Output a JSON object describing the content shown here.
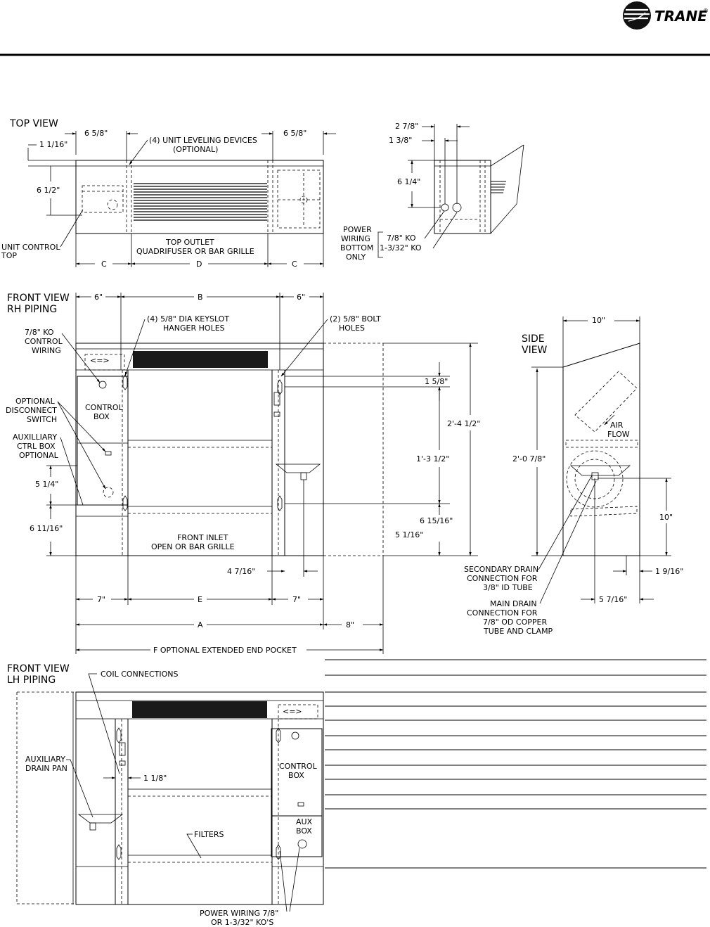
{
  "brand": {
    "name": "TRANE",
    "registered": "®"
  },
  "top_view": {
    "title": "TOP VIEW",
    "dim_left_end": "6 5/8\"",
    "dim_right_end": "6 5/8\"",
    "dim_offset": "1 1/16\"",
    "dim_depth": "6 1/2\"",
    "leveling_devices": "(4) UNIT LEVELING DEVICES",
    "leveling_optional": "(OPTIONAL)",
    "control_line1": "UNIT CONTROL",
    "control_line2": "TOP",
    "outlet_line1": "TOP OUTLET",
    "outlet_line2": "QUADRIFUSER OR BAR GRILLE",
    "dim_c_left": "C",
    "dim_d": "D",
    "dim_c_right": "C"
  },
  "small_view": {
    "dim_a": "2 7/8\"",
    "dim_b": "1 3/8\"",
    "dim_c": "6 1/4\"",
    "power_line1": "POWER",
    "power_line2": "WIRING",
    "power_line3": "BOTTOM",
    "power_line4": "ONLY",
    "ko_small": "7/8\" KO",
    "ko_large": "1-3/32\" KO"
  },
  "front_rh": {
    "title_line1": "FRONT VIEW",
    "title_line2": "RH PIPING",
    "dim_left_end": "6\"",
    "dim_b": "B",
    "dim_right_end": "6\"",
    "keyslot_line1": "(4) 5/8\" DIA KEYSLOT",
    "keyslot_line2": "HANGER HOLES",
    "bolt_line1": "(2) 5/8\" BOLT",
    "bolt_line2": "HOLES",
    "ko_line1": "7/8\" KO",
    "ko_line2": "CONTROL",
    "ko_line3": "WIRING",
    "disc_line1": "OPTIONAL",
    "disc_line2": "DISCONNECT",
    "disc_line3": "SWITCH",
    "aux_line1": "AUXILLIARY",
    "aux_line2": "CTRL BOX",
    "aux_line3": "OPTIONAL",
    "control_box_line1": "CONTROL",
    "control_box_line2": "BOX",
    "dim_5_14": "5 1/4\"",
    "dim_6_11_16": "6 11/16\"",
    "inlet_line1": "FRONT INLET",
    "inlet_line2": "OPEN OR BAR GRILLE",
    "dim_1_5_8": "1 5/8\"",
    "dim_1_3_12": "1'-3 1/2\"",
    "dim_2_4_12": "2'-4 1/2\"",
    "dim_6_15_16": "6 15/16\"",
    "dim_5_1_16": "5 1/16\"",
    "dim_4_7_16": "4 7/16\"",
    "dim_7_left": "7\"",
    "dim_e": "E",
    "dim_7_right": "7\"",
    "dim_a": "A",
    "dim_8": "8\"",
    "dim_f": "F OPTIONAL EXTENDED END POCKET"
  },
  "side_view": {
    "title_line1": "SIDE",
    "title_line2": "VIEW",
    "dim_width": "10\"",
    "dim_height": "2'-0 7/8\"",
    "air_line1": "AIR",
    "air_line2": "FLOW",
    "dim_drain_height": "10\"",
    "dim_1_9_16": "1 9/16\"",
    "dim_5_7_16": "5 7/16\"",
    "sec_line1": "SECONDARY DRAIN",
    "sec_line2": "CONNECTION FOR",
    "sec_line3": "3/8\" ID TUBE",
    "main_line1": "MAIN DRAIN",
    "main_line2": "CONNECTION FOR",
    "main_line3": "7/8\" OD COPPER",
    "main_line4": "TUBE AND CLAMP"
  },
  "front_lh": {
    "title_line1": "FRONT VIEW",
    "title_line2": "LH PIPING",
    "coil": "COIL CONNECTIONS",
    "drain_line1": "AUXILIARY",
    "drain_line2": "DRAIN PAN",
    "dim_1_1_8": "1 1/8\"",
    "filters": "FILTERS",
    "control_box_line1": "CONTROL",
    "control_box_line2": "BOX",
    "aux_box_line1": "AUX",
    "aux_box_line2": "BOX",
    "power_line1": "POWER WIRING 7/8\"",
    "power_line2": "OR 1-3/32\" KO'S"
  }
}
